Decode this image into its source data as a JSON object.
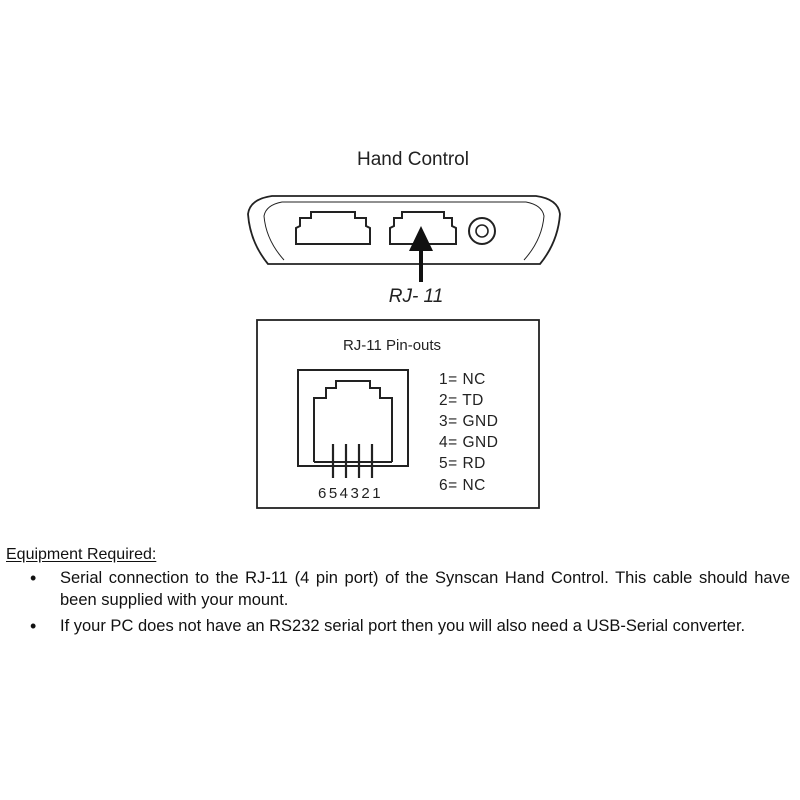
{
  "diagram": {
    "title": "Hand Control",
    "callout": "RJ- 11",
    "pinout_box": {
      "title": "RJ-11 Pin-outs",
      "pins": [
        "1= NC",
        "2= TD",
        "3= GND",
        "4= GND",
        "5= RD",
        "6= NC"
      ],
      "pin_numbers": "654321"
    }
  },
  "equipment": {
    "heading": "Equipment Required:",
    "items": [
      "Serial connection to the RJ-11 (4 pin port) of the Synscan Hand Control. This cable should have been supplied with your mount.",
      "If your PC does not have an RS232 serial port then you will also need a USB-Serial converter."
    ]
  },
  "colors": {
    "ink": "#222222",
    "background": "#ffffff"
  },
  "icons": [
    "rj45-port-icon",
    "rj11-port-icon",
    "dc-power-jack-icon",
    "arrow-up-icon",
    "rj11-socket-icon"
  ]
}
